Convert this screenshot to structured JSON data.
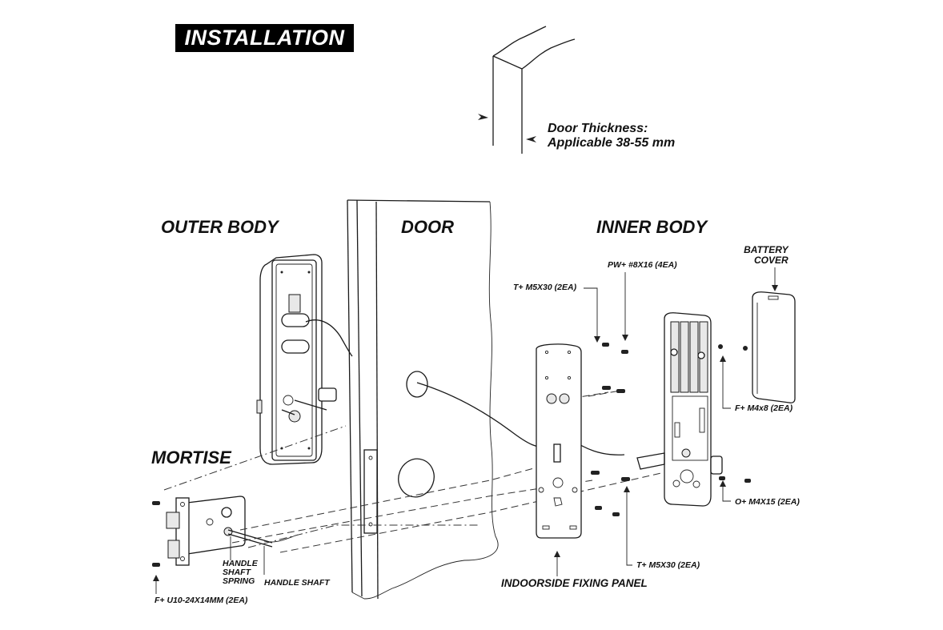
{
  "title": "INSTALLATION",
  "door_thickness": {
    "line1": "Door Thickness:",
    "line2": "Applicable 38-55 mm"
  },
  "section_labels": {
    "outer_body": "OUTER BODY",
    "door": "DOOR",
    "inner_body": "INNER BODY",
    "mortise": "MORTISE"
  },
  "part_labels": {
    "battery_cover_line1": "BATTERY",
    "battery_cover_line2": "COVER",
    "pw_screw": "PW+ #8X16 (4EA)",
    "t_screw_top": "T+ M5X30 (2EA)",
    "f_screw_m4x8": "F+ M4x8 (2EA)",
    "o_screw_m4x15": "O+ M4X15 (2EA)",
    "t_screw_bottom": "T+ M5X30 (2EA)",
    "indoorside_panel": "INDOORSIDE FIXING PANEL",
    "handle_shaft_spring_line1": "HANDLE",
    "handle_shaft_spring_line2": "SHAFT",
    "handle_shaft_spring_line3": "SPRING",
    "handle_shaft": "HANDLE SHAFT",
    "f_screw_u10": "F+ U10-24X14MM (2EA)"
  }
}
